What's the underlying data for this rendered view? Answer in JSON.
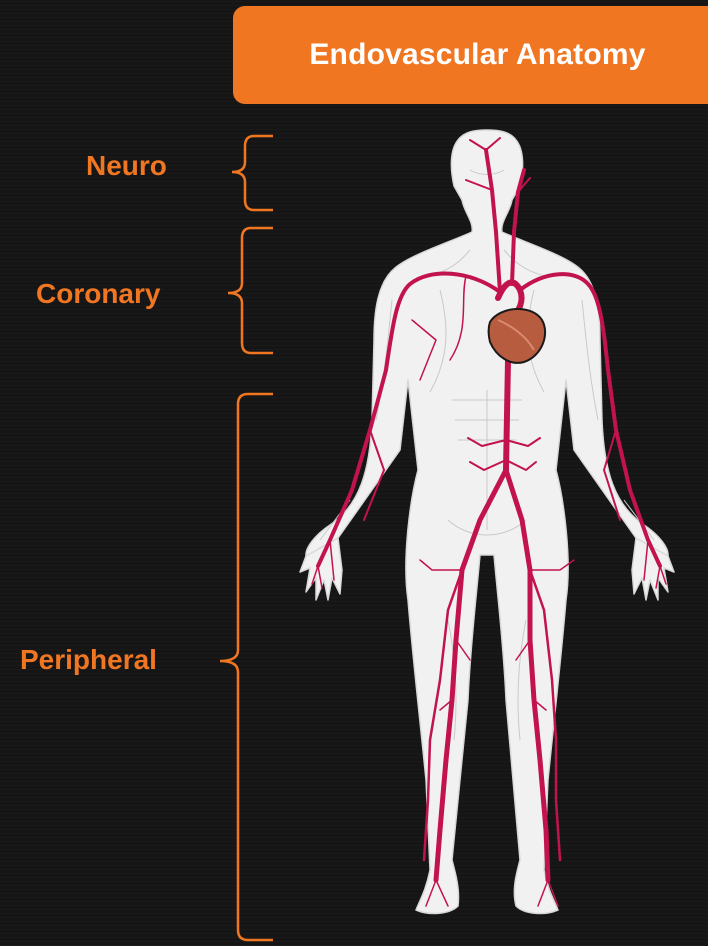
{
  "title": "Endovascular Anatomy",
  "regions": [
    {
      "name": "neuro",
      "label": "Neuro"
    },
    {
      "name": "coronary",
      "label": "Coronary"
    },
    {
      "name": "peripheral",
      "label": "Peripheral"
    }
  ],
  "colors": {
    "accent": "#f07622",
    "background": "#151515",
    "body": "#f1f1f1",
    "artery": "#c2134d",
    "heart": "#b85c3f"
  },
  "icons": [
    "human-body-icon",
    "heart-icon"
  ]
}
